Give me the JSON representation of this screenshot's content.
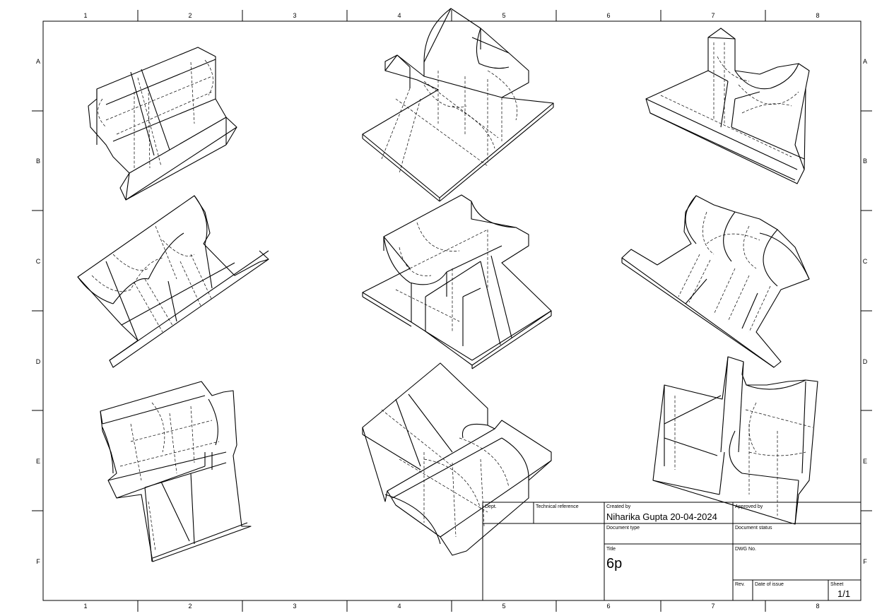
{
  "sheet": {
    "column_labels": [
      "1",
      "2",
      "3",
      "4",
      "5",
      "6",
      "7",
      "8"
    ],
    "row_labels": [
      "A",
      "B",
      "C",
      "D",
      "E",
      "F"
    ]
  },
  "title_block": {
    "dept_label": "Dept.",
    "technical_reference_label": "Technical reference",
    "created_by_label": "Created by",
    "created_by_value": "Niharika Gupta 20-04-2024",
    "approved_by_label": "Approved by",
    "document_type_label": "Document type",
    "document_status_label": "Document status",
    "title_label": "Title",
    "title_value": "6p",
    "dwg_no_label": "DWG No.",
    "rev_label": "Rev.",
    "date_of_issue_label": "Date of issue",
    "sheet_label": "Sheet",
    "sheet_value": "1/1"
  },
  "views": [
    {
      "id": "view-a1",
      "description": "isometric view of block with cylindrical cut"
    },
    {
      "id": "view-a2"
    },
    {
      "id": "view-a3"
    },
    {
      "id": "view-c1"
    },
    {
      "id": "view-c2"
    },
    {
      "id": "view-c3"
    },
    {
      "id": "view-e1"
    },
    {
      "id": "view-e2"
    },
    {
      "id": "view-e3"
    }
  ]
}
